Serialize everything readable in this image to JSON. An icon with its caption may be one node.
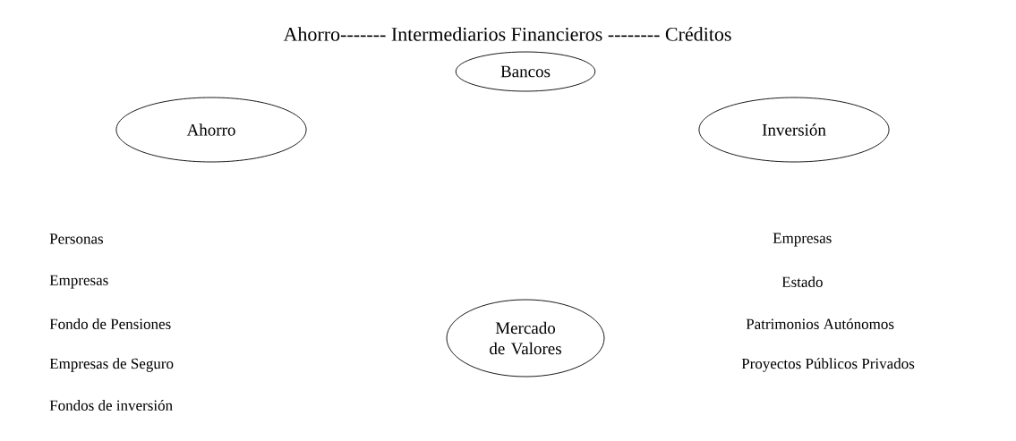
{
  "diagram": {
    "title": "Ahorro------- Intermediarios Financieros -------- Créditos",
    "nodes": [
      {
        "text": [
          "Bancos"
        ]
      },
      {
        "text": [
          "Ahorro"
        ]
      },
      {
        "text": [
          "Inversión"
        ]
      },
      {
        "text": [
          "Mercado de Valores"
        ]
      }
    ],
    "labels": [
      "Personas",
      "Empresas",
      "Fondo de Pensiones",
      "Empresas de Seguro",
      "Fondos de inversión",
      "Empresas",
      "Estado",
      "Patrimonios Autónomos",
      "Proyectos Públicos Privados"
    ]
  }
}
